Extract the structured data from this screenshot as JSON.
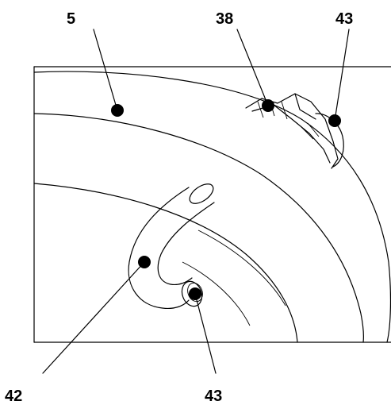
{
  "callouts": {
    "top_left": "5",
    "top_middle": "38",
    "top_right": "43",
    "bottom_left": "42",
    "bottom_middle": "43"
  }
}
